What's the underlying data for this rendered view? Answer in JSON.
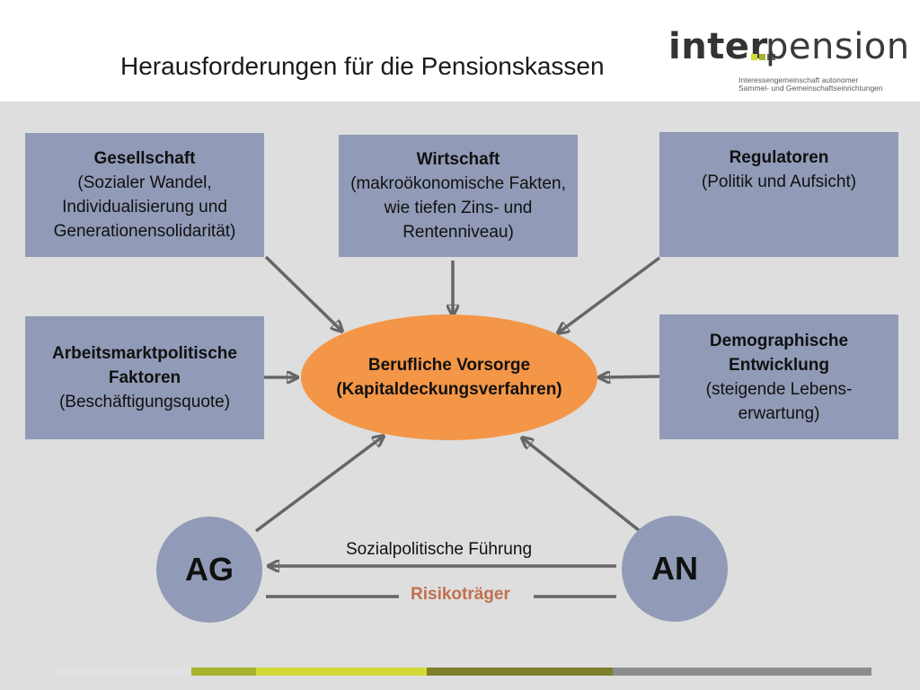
{
  "title": "Herausforderungen für die Pensionskassen",
  "logo": {
    "word_left": "inter",
    "word_right": "pension",
    "subtitle_line1": "Interessengemeinschaft autonomer",
    "subtitle_line2": "Sammel- und Gemeinschaftseinrichtungen",
    "colors": {
      "light": "#d2d936",
      "mid": "#a6b32a",
      "dark": "#666666"
    }
  },
  "boxes": {
    "gesellschaft": {
      "heading": "Gesellschaft",
      "lines": [
        "(Sozialer Wandel,",
        "Individualisierung und",
        "Generationensolidarität)"
      ]
    },
    "wirtschaft": {
      "heading": "Wirtschaft",
      "lines": [
        "(makroökonomische Fakten,",
        "wie tiefen Zins- und",
        "Rentenniveau)"
      ]
    },
    "regulatoren": {
      "heading": "Regulatoren",
      "lines": [
        "(Politik und Aufsicht)"
      ]
    },
    "arbeitsmarkt": {
      "heading_lines": [
        "Arbeitsmarktpolitische",
        "Faktoren"
      ],
      "lines": [
        "(Beschäftigungsquote)"
      ]
    },
    "demographie": {
      "heading_lines": [
        "Demographische",
        "Entwicklung"
      ],
      "lines": [
        "(steigende Lebens-",
        "erwartung)"
      ]
    }
  },
  "center": {
    "line1": "Berufliche Vorsorge",
    "line2": "(Kapitaldeckungsverfahren)"
  },
  "actors": {
    "left": "AG",
    "right": "AN"
  },
  "relations": {
    "arrow_label": "Sozialpolitische Führung",
    "line_label": "Risikoträger"
  },
  "colors": {
    "box": "#919bb7",
    "center": "#f39647",
    "background": "#dedede",
    "arrow": "#666666",
    "risk_label": "#c0704f"
  },
  "footer_stripes": [
    "#e0e0e0",
    "#a6b32a",
    "#d2d936",
    "#7e7f2a",
    "#8c8c8c"
  ]
}
